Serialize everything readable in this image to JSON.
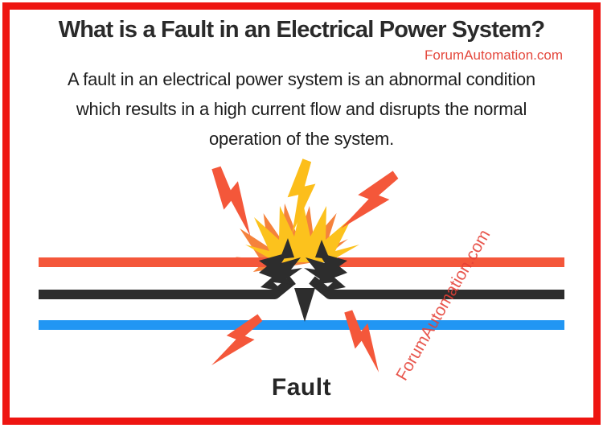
{
  "header": {
    "title": "What is a Fault in an Electrical Power System?",
    "watermark": "ForumAutomation.com"
  },
  "description": {
    "lines": [
      "A fault in an electrical power system is an abnormal condition",
      "which results in a high current flow and disrupts the normal",
      "operation of the system."
    ]
  },
  "diagram": {
    "label": "Fault",
    "watermark": "ForumAutomation.com"
  },
  "colors": {
    "border": "#ee1511",
    "accent_red": "#e4483d",
    "text_dark": "#2a2a2a",
    "line_red": "#f4573a",
    "line_black": "#2d2d2d",
    "line_blue": "#2196f3",
    "bolt_red": "#f4573a",
    "bolt_yellow": "#fcbe1b",
    "burst_yellow": "#fcc21d",
    "burst_orange": "#f5823c"
  }
}
